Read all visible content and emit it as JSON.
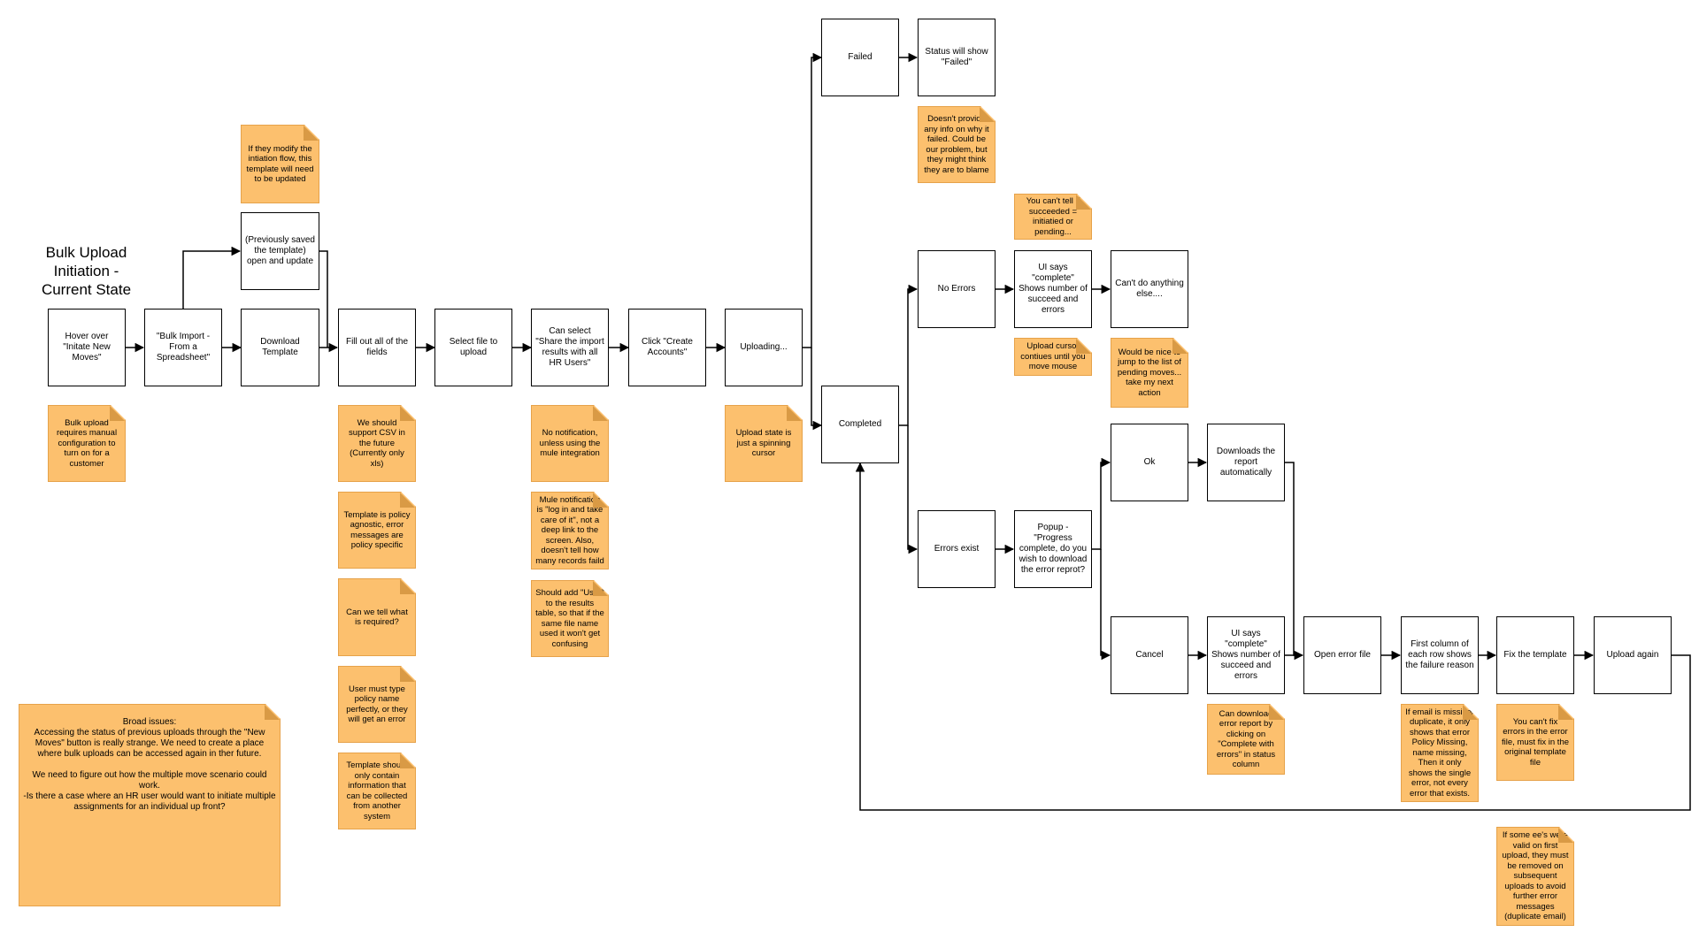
{
  "diagram": {
    "title": "Bulk Upload\nInitiation -\nCurrent State",
    "nodes": {
      "hover": "Hover over \"Initate New Moves\"",
      "bulk_import": "\"Bulk Import - From a Spreadsheet\"",
      "download_template": "Download Template",
      "previously_saved": "(Previously saved the template) open and update",
      "fill_out": "Fill out all of the fields",
      "select_file": "Select file to upload",
      "share_results": "Can select \"Share the import results with all HR Users\"",
      "create_accounts": "Click \"Create Accounts\"",
      "uploading": "Uploading...",
      "failed": "Failed",
      "status_failed": "Status will show \"Failed\"",
      "completed": "Completed",
      "no_errors": "No Errors",
      "ui_complete_1": "UI says \"complete\" Shows number of succeed and errors",
      "cant_do": "Can't do anything else....",
      "errors_exist": "Errors exist",
      "popup": "Popup - \"Progress complete, do you wish to download the error reprot?",
      "ok": "Ok",
      "downloads_report": "Downloads the report automatically",
      "cancel": "Cancel",
      "ui_complete_2": "UI says \"complete\" Shows number of succeed and errors",
      "open_error_file": "Open error file",
      "first_column": "First column of each row shows the failure reason",
      "fix_template": "Fix the template",
      "upload_again": "Upload again"
    },
    "notes": {
      "modify_flow": "If they modify the intiation flow, this template will need to be updated",
      "manual_config": "Bulk upload requires manual configuration to turn on for a customer",
      "support_csv": "We should support CSV in the future (Currently only xls)",
      "policy_agnostic": "Template is policy agnostic, error messages are policy specific",
      "what_required": "Can we tell what is required?",
      "type_policy": "User must type policy name perfectly, or they will get an error",
      "template_info": "Template should only contain information that can be collected from another system",
      "no_notification": "No notification, unless using the mule integration",
      "mule_notification": "Mule notification is \"log in and take care of it\", not a deep link to the screen. Also, doesn't tell how many records faild",
      "add_user": "Should add \"User\" to the results table, so that if the same file name used it won't get confusing",
      "spinning_cursor": "Upload state is just a spinning cursor",
      "no_info_failed": "Doesn't provide any info on why it failed. Could be our problem, but they might think they are to blame",
      "cant_tell": "You can't tell if succeeded = initiatied or pending...",
      "upload_cursor": "Upload cursor contiues until you move mouse",
      "jump_pending": "Would be nice to jump to the list of pending moves... take my next action",
      "download_error_report": "Can download error report by clicking on \"Complete with errors\" in status column",
      "email_missing": "If email is missing/ duplicate, it only shows that error Policy Missing, name missing, Then it only shows the single error, not every error that exists.",
      "cant_fix": "You can't fix errors in the error file, must fix in the original template file",
      "some_valid": "If some ee's were valid on first upload, they must be removed on subsequent uploads to avoid further error messages (duplicate email)",
      "broad_issues": "Broad issues:\nAccessing the status of previous uploads through the \"New Moves\" button is really strange. We need to create a place where bulk uploads can be accessed again in ther future.\n\nWe need to figure out how the multiple move scenario could work.\n-Is there a case where an HR user would want to initiate multiple assignments for an individual up front?"
    }
  }
}
